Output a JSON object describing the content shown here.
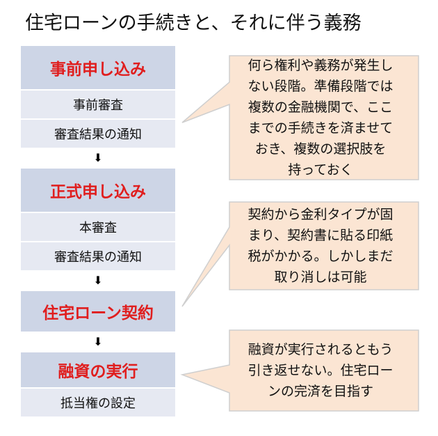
{
  "title": "住宅ローンの手続きと、それに伴う義務",
  "steps": {
    "s1": {
      "label": "事前申し込み",
      "subs": [
        "事前審査",
        "審査結果の通知"
      ]
    },
    "s2": {
      "label": "正式申し込み",
      "subs": [
        "本審査",
        "審査結果の通知"
      ]
    },
    "s3": {
      "label": "住宅ローン契約"
    },
    "s4": {
      "label": "融資の実行",
      "subs": [
        "抵当権の設定"
      ]
    }
  },
  "arrow_glyph": "⬇",
  "notes": [
    "何ら権利や義務が発生し\nない段階。準備段階では\n複数の金融機関で、ここ\nまでの手続きを済ませて\nおき、複数の選択肢を\n持っておく",
    "契約から金利タイプが固\nまり、契約書に貼る印紙\n税がかかる。しかしまだ\n取り消しは可能",
    "融資が実行されるともう\n引き返せない。住宅ロー\nンの完済を目指す"
  ],
  "colors": {
    "heading_text": "#e01e1e",
    "heading_box": "#cdd5e6",
    "sub_box": "#e6e9f2",
    "callout_fill": "#fbe5d3",
    "callout_stroke": "#cfcfcf"
  }
}
